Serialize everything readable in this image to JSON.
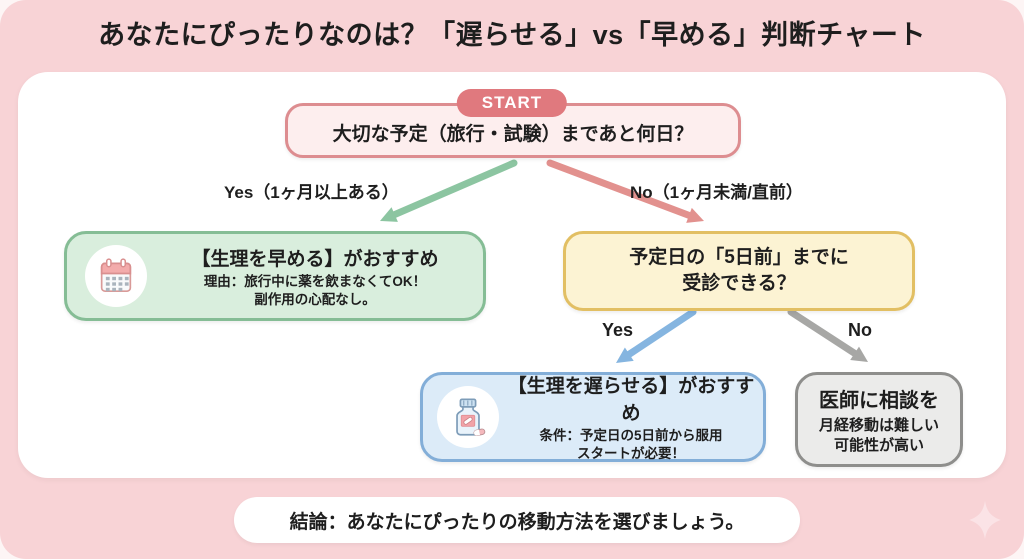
{
  "title": "あなたにぴったりなのは？「遅らせる」vs「早める」判断チャート",
  "start": {
    "badge": "START",
    "question": "大切な予定（旅行・試験）まであと何日？"
  },
  "branch1": {
    "yes_label": "Yes（1ヶ月以上ある）",
    "no_label": "No（1ヶ月未満/直前）"
  },
  "advance_box": {
    "icon": "calendar-icon",
    "title": "【生理を早める】がおすすめ",
    "line1": "理由：旅行中に薬を飲まなくてOK！",
    "line2": "副作用の心配なし。"
  },
  "question2": {
    "line1": "予定日の「5日前」までに",
    "line2": "受診できる？"
  },
  "branch2": {
    "yes_label": "Yes",
    "no_label": "No"
  },
  "delay_box": {
    "icon": "pill-bottle-icon",
    "title": "【生理を遅らせる】がおすすめ",
    "line1": "条件：予定日の5日前から服用",
    "line2": "スタートが必要！"
  },
  "consult_box": {
    "title": "医師に相談を",
    "line1": "月経移動は難しい",
    "line2": "可能性が高い"
  },
  "conclusion": "結論：あなたにぴったりの移動方法を選びましょう。",
  "decoration": {
    "sparkle": "sparkle-icon"
  },
  "colors": {
    "page_bg": "#fdf5f5",
    "panel": "#f8d3d6",
    "card": "#ffffff",
    "text": "#1e1e1e",
    "start_badge": "#e0797e",
    "start_badge_text": "#ffffff",
    "q1_fill": "#fdeeee",
    "q1_border": "#dd8d90",
    "arrow_green": "#8cc5a1",
    "arrow_pink": "#e2918e",
    "arrow_blue": "#85b5e0",
    "arrow_gray": "#a7a7a5",
    "green_fill": "#d9eedd",
    "green_border": "#85bd95",
    "yellow_fill": "#fcf3d3",
    "yellow_border": "#e2bf63",
    "blue_fill": "#dcebf8",
    "blue_border": "#83aed8",
    "gray_fill": "#ebebea",
    "gray_border": "#8e8e8c",
    "pill_bg": "#ffffff",
    "sparkle": "#fbe3e6"
  }
}
